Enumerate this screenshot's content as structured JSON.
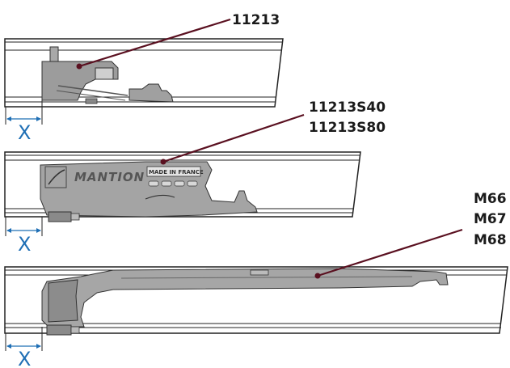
{
  "callouts": {
    "top": [
      "11213"
    ],
    "middle": [
      "11213S40",
      "11213S80"
    ],
    "bottom": [
      "M66",
      "M67",
      "M68"
    ]
  },
  "dimension_label": "X",
  "part_markings": {
    "brand": "MANTION",
    "stamp": "MADE IN FRANCE"
  },
  "colors": {
    "leader_line": "#5a1020",
    "dimension": "#1f6fb5",
    "rail_stroke": "#222222",
    "part_fill": "#9a9a9a"
  }
}
